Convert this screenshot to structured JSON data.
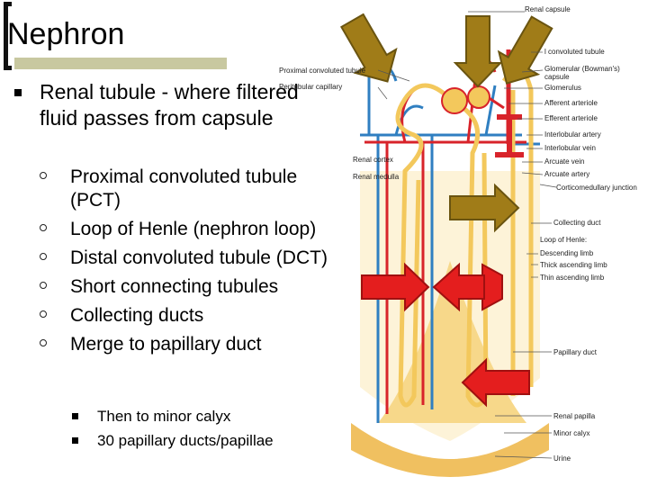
{
  "slide": {
    "title": "Nephron",
    "main_bullet": "Renal tubule - where filtered fluid passes from capsule",
    "sub_bullets": [
      "Proximal convoluted tubule (PCT)",
      "Loop of Henle (nephron loop)",
      "Distal convoluted tubule (DCT)",
      "Short connecting tubules",
      "Collecting ducts",
      "Merge to papillary duct"
    ],
    "sub_sub_bullets": [
      "Then to minor calyx",
      "30 papillary ducts/papillae"
    ]
  },
  "diagram": {
    "labels": {
      "renal_capsule": "Renal capsule",
      "proximal_convoluted_tubule": "Proximal convoluted tubule",
      "peritubular_capillary": "Peritubular capillary",
      "distal_convoluted_tubule": "l convoluted tubule",
      "glomerular_capsule": "Glomerular (Bowman's)",
      "glomerular_capsule_2": "capsule",
      "glomerulus": "Glomerulus",
      "afferent_arteriole": "Afferent arteriole",
      "efferent_arteriole": "Efferent arteriole",
      "interlobular_artery": "Interlobular artery",
      "interlobular_vein": "Interlobular vein",
      "arcuate_vein": "Arcuate vein",
      "arcuate_artery": "Arcuate artery",
      "corticomedullary_junction": "Corticomedullary junction",
      "renal_cortex": "Renal cortex",
      "renal_medulla": "Renal medulla",
      "collecting_duct": "Collecting duct",
      "loop_of_henle": "Loop of Henle:",
      "descending_limb": "Descending limb",
      "thick_ascending_limb": "Thick ascending limb",
      "thin_ascending_limb": "Thin ascending limb",
      "papillary_duct": "Papillary duct",
      "renal_papilla": "Renal papilla",
      "minor_calyx": "Minor calyx",
      "urine": "Urine"
    },
    "colors": {
      "tubule": "#f3c85c",
      "artery": "#d8232a",
      "vein": "#2f7fc1",
      "gold_arrow": "#a07c18",
      "red_arrow": "#e41e1e"
    }
  }
}
